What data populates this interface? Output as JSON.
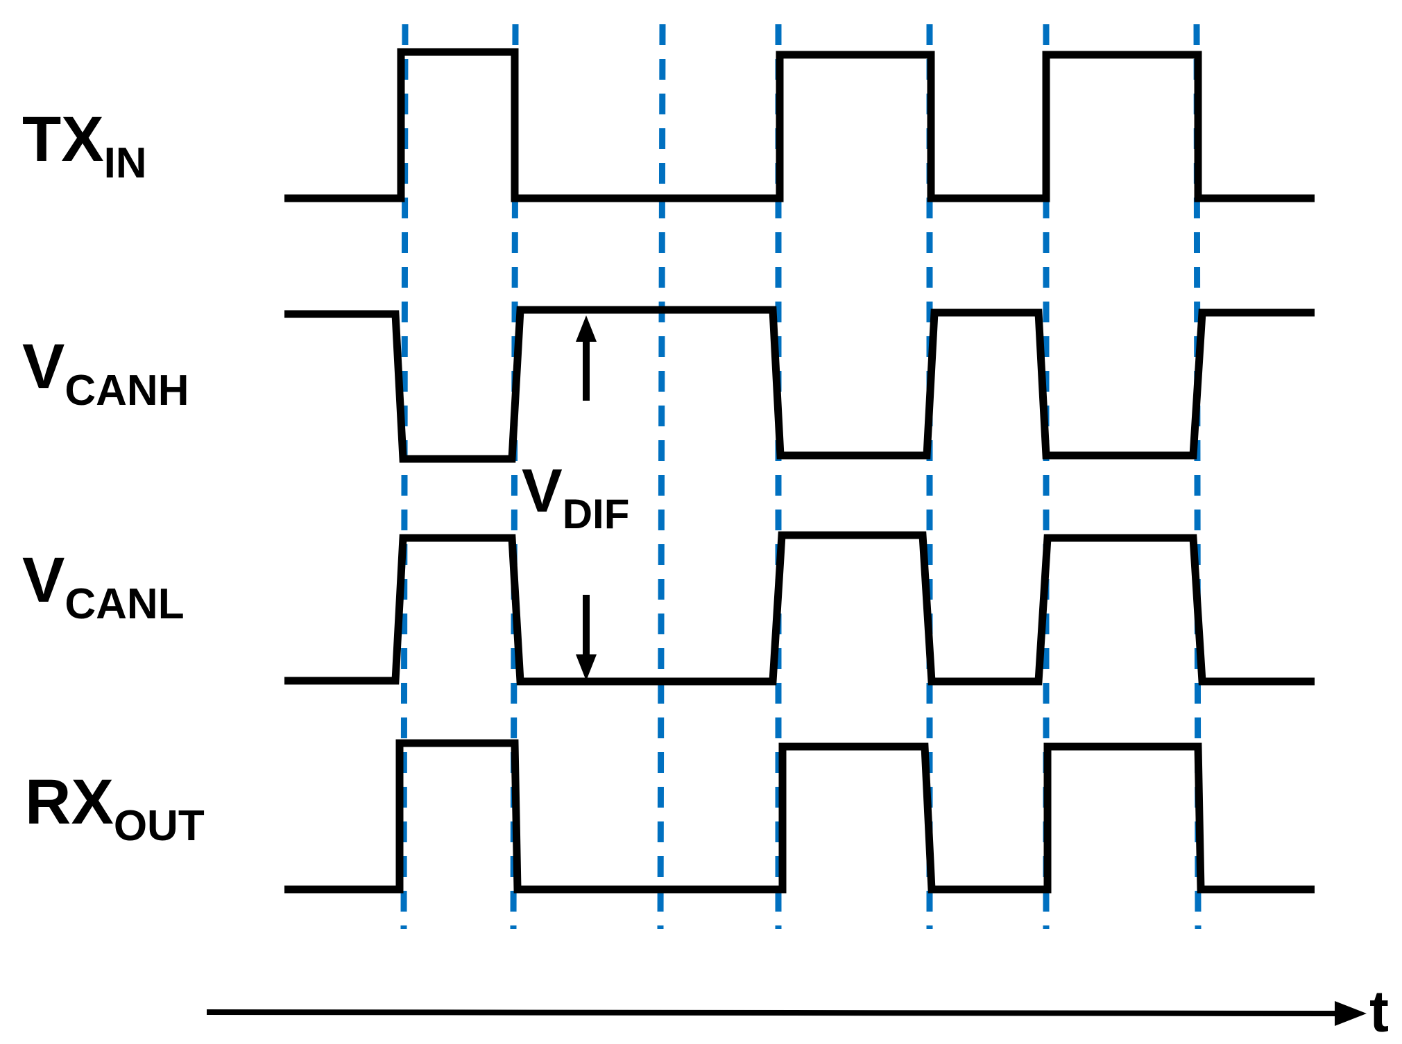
{
  "signals": [
    {
      "main": "TX",
      "sub": "IN"
    },
    {
      "main": "V",
      "sub": "CANH"
    },
    {
      "main": "V",
      "sub": "CANL"
    },
    {
      "main": "RX",
      "sub": "OUT"
    }
  ],
  "vdif": {
    "main": "V",
    "sub": "DIF"
  },
  "time_axis_label": "t",
  "colors": {
    "trace": "#000000",
    "guide": "#0070c0"
  }
}
